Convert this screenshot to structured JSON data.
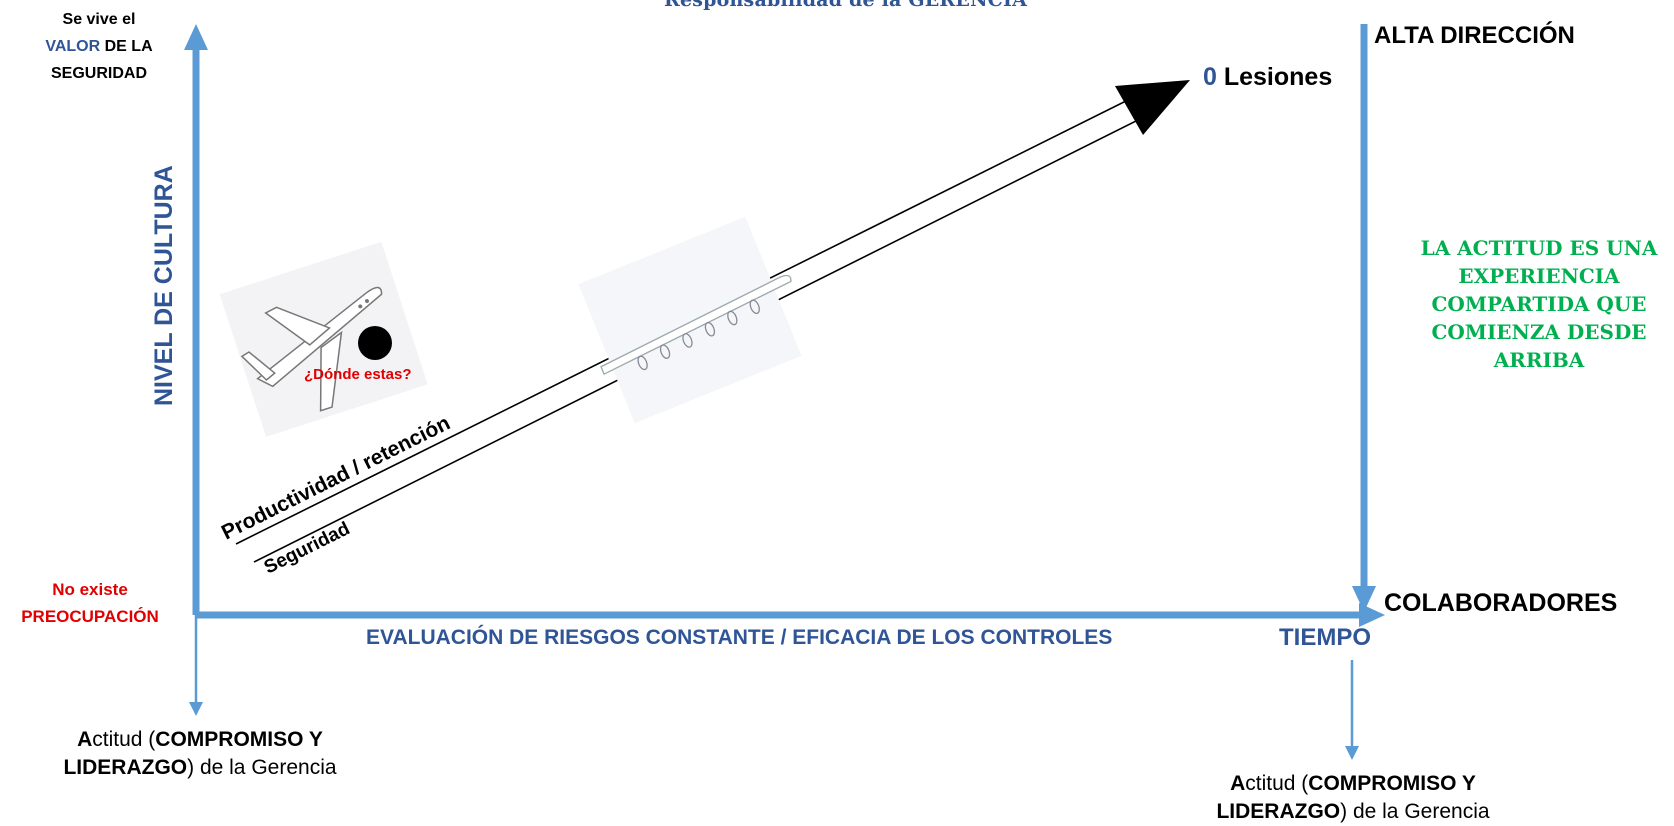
{
  "title": "Responsabilidad de la GERENCIA",
  "y_axis": {
    "label": "NIVEL DE CULTURA",
    "top_label": {
      "line1": "Se vive el",
      "valor": "VALOR",
      "de_la": " DE LA",
      "line3": "SEGURIDAD"
    },
    "bottom_label": {
      "line1": "No existe",
      "line2": "PREOCUPACIÓN"
    }
  },
  "x_axis": {
    "label": "EVALUACIÓN DE RIESGOS CONSTANTE / EFICACIA DE LOS CONTROLES",
    "end_label": "TIEMPO"
  },
  "right_axis": {
    "top_label": "ALTA DIRECCIÓN",
    "bottom_label": "COLABORADORES"
  },
  "goal": {
    "number": "0",
    "text": " Lesiones"
  },
  "attitude_note": {
    "a": "A",
    "actitud": "ctitud (",
    "compromiso": "COMPROMISO Y",
    "liderazgo": "LIDERAZGO",
    "rest": ") de la Gerencia"
  },
  "runway_labels": {
    "top": "Productividad / retención",
    "bottom": "Seguridad"
  },
  "plane_question": "¿Dónde estas?",
  "attitude_statement": [
    "LA ACTITUD ES UNA",
    "EXPERIENCIA",
    "COMPARTIDA QUE",
    "COMIENZA DESDE",
    "ARRIBA"
  ],
  "colors": {
    "axis": "#5B9BD5",
    "label_blue": "#2F5597",
    "alert_red": "#E00000",
    "statement_green": "#00B050"
  },
  "icons": [
    "airplane-icon",
    "jet-icon",
    "location-dot-icon"
  ]
}
